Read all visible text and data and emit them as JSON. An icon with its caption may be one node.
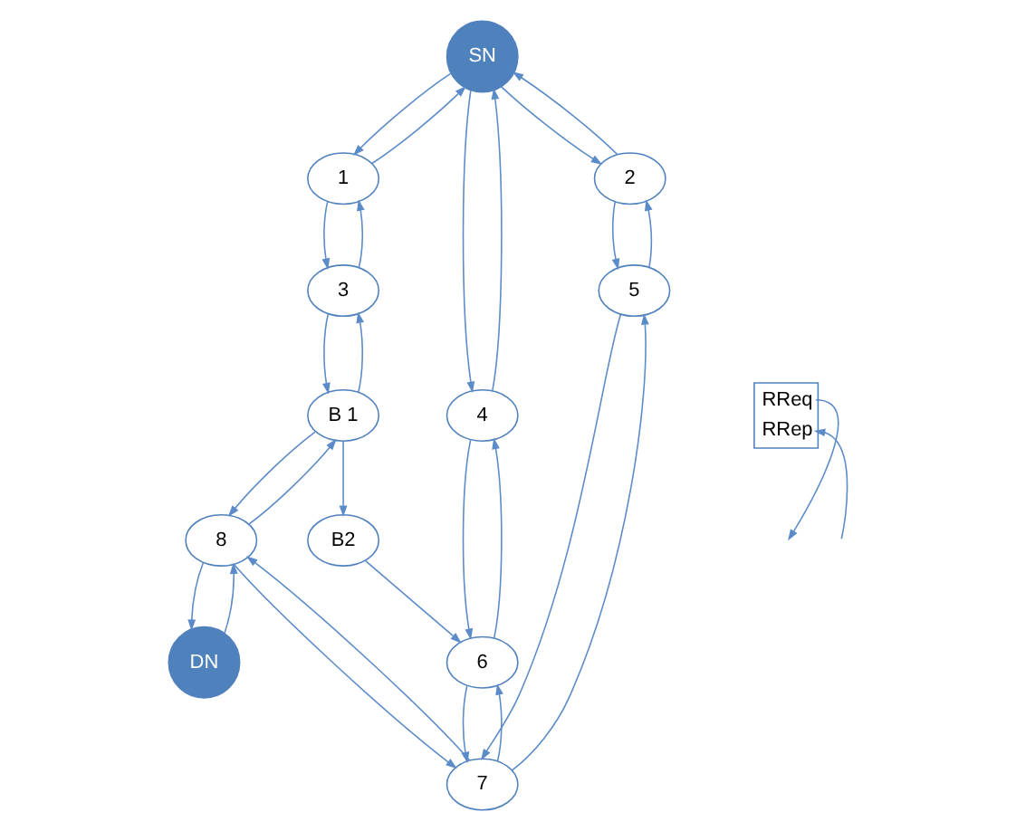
{
  "diagram": {
    "nodes": [
      {
        "text": [
          "B 1"
        ]
      },
      {
        "text": [
          "3"
        ]
      },
      {
        "text": [
          "8"
        ]
      },
      {
        "text": [
          "1"
        ]
      },
      {
        "text": [
          "B2"
        ]
      },
      {
        "text": [
          "DN"
        ]
      },
      {
        "text": [
          "SN"
        ]
      },
      {
        "text": [
          "4"
        ]
      },
      {
        "text": [
          "6"
        ]
      },
      {
        "text": [
          "2"
        ]
      },
      {
        "text": [
          "7"
        ]
      },
      {
        "text": [
          "5"
        ]
      }
    ],
    "edges": [
      {
        "from": 6,
        "to": 3,
        "arrow": "to"
      },
      {
        "from": 3,
        "to": 6,
        "arrow": "to"
      },
      {
        "from": 3,
        "to": 1,
        "arrow": "to"
      },
      {
        "from": 1,
        "to": 3,
        "arrow": "to"
      },
      {
        "from": 1,
        "to": 0,
        "arrow": "to"
      },
      {
        "from": 0,
        "to": 1,
        "arrow": "to"
      },
      {
        "from": 0,
        "to": 2,
        "arrow": "to"
      },
      {
        "from": 2,
        "to": 0,
        "arrow": "to"
      },
      {
        "from": 2,
        "to": 5,
        "arrow": "to"
      },
      {
        "from": 5,
        "to": 2,
        "arrow": "to"
      },
      {
        "from": 0,
        "to": 4,
        "arrow": "to"
      },
      {
        "from": 4,
        "to": 8,
        "arrow": "to"
      },
      {
        "from": 6,
        "to": 7,
        "arrow": "to"
      },
      {
        "from": 7,
        "to": 6,
        "arrow": "to"
      },
      {
        "from": 7,
        "to": 8,
        "arrow": "to"
      },
      {
        "from": 8,
        "to": 7,
        "arrow": "to"
      },
      {
        "from": 8,
        "to": 10,
        "arrow": "to"
      },
      {
        "from": 10,
        "to": 8,
        "arrow": "to"
      },
      {
        "from": 6,
        "to": 9,
        "arrow": "to"
      },
      {
        "from": 9,
        "to": 6,
        "arrow": "to"
      },
      {
        "from": 9,
        "to": 11,
        "arrow": "to"
      },
      {
        "from": 11,
        "to": 9,
        "arrow": "to"
      },
      {
        "from": 11,
        "to": 10,
        "arrow": "to"
      },
      {
        "from": 10,
        "to": 11,
        "arrow": "to"
      },
      {
        "from": 2,
        "to": 10,
        "arrow": "to"
      },
      {
        "from": 10,
        "to": 2,
        "arrow": "to"
      }
    ],
    "legend": [
      {
        "text": "RReq"
      },
      {
        "text": "RRep"
      }
    ]
  }
}
